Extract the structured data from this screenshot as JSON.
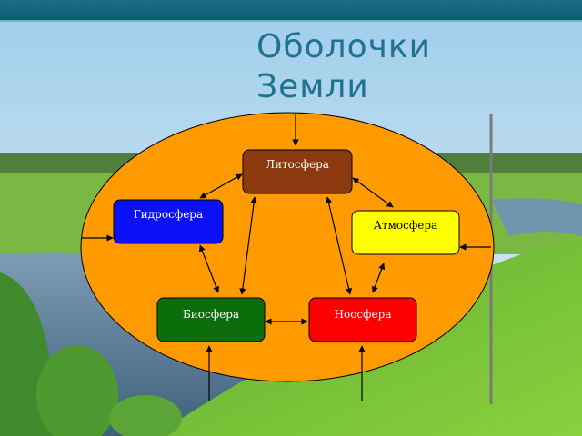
{
  "slide": {
    "title_line1": "Оболочки",
    "title_line2": "Земли"
  },
  "diagram": {
    "nodes": [
      {
        "id": "lithosphere",
        "label": "Литосфера",
        "color": "#8b3a0f",
        "text_color": "#ffffff"
      },
      {
        "id": "hydrosphere",
        "label": "Гидросфера",
        "color": "#0a12f5",
        "text_color": "#ffffff"
      },
      {
        "id": "atmosphere",
        "label": "Атмосфера",
        "color": "#ffff00",
        "text_color": "#000000"
      },
      {
        "id": "biosphere",
        "label": "Биосфера",
        "color": "#0b6e0b",
        "text_color": "#ffffff"
      },
      {
        "id": "noosphere",
        "label": "Ноосфера",
        "color": "#ff0000",
        "text_color": "#ffffff"
      }
    ],
    "ellipse_color": "#ff9a00"
  }
}
